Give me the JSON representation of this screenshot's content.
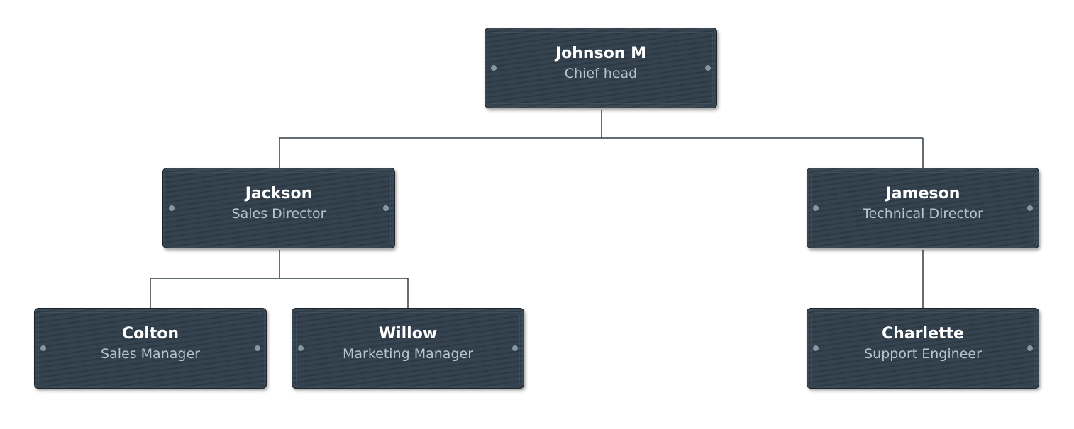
{
  "chart": {
    "type": "org-chart",
    "colors": {
      "node_fill": "#34434f",
      "node_border": "#1b252d",
      "connector": "#2f3d47",
      "name_text": "#ffffff",
      "title_text": "#b6c4ce",
      "port_dot": "#8797a2"
    }
  },
  "nodes": [
    {
      "id": "johnson",
      "name": "Johnson M",
      "title": "Chief head",
      "parent": null
    },
    {
      "id": "jackson",
      "name": "Jackson",
      "title": "Sales Director",
      "parent": "johnson"
    },
    {
      "id": "jameson",
      "name": "Jameson",
      "title": "Technical Director",
      "parent": "johnson"
    },
    {
      "id": "colton",
      "name": "Colton",
      "title": "Sales Manager",
      "parent": "jackson"
    },
    {
      "id": "willow",
      "name": "Willow",
      "title": "Marketing Manager",
      "parent": "jackson"
    },
    {
      "id": "charlette",
      "name": "Charlette",
      "title": "Support Engineer",
      "parent": "jameson"
    }
  ]
}
